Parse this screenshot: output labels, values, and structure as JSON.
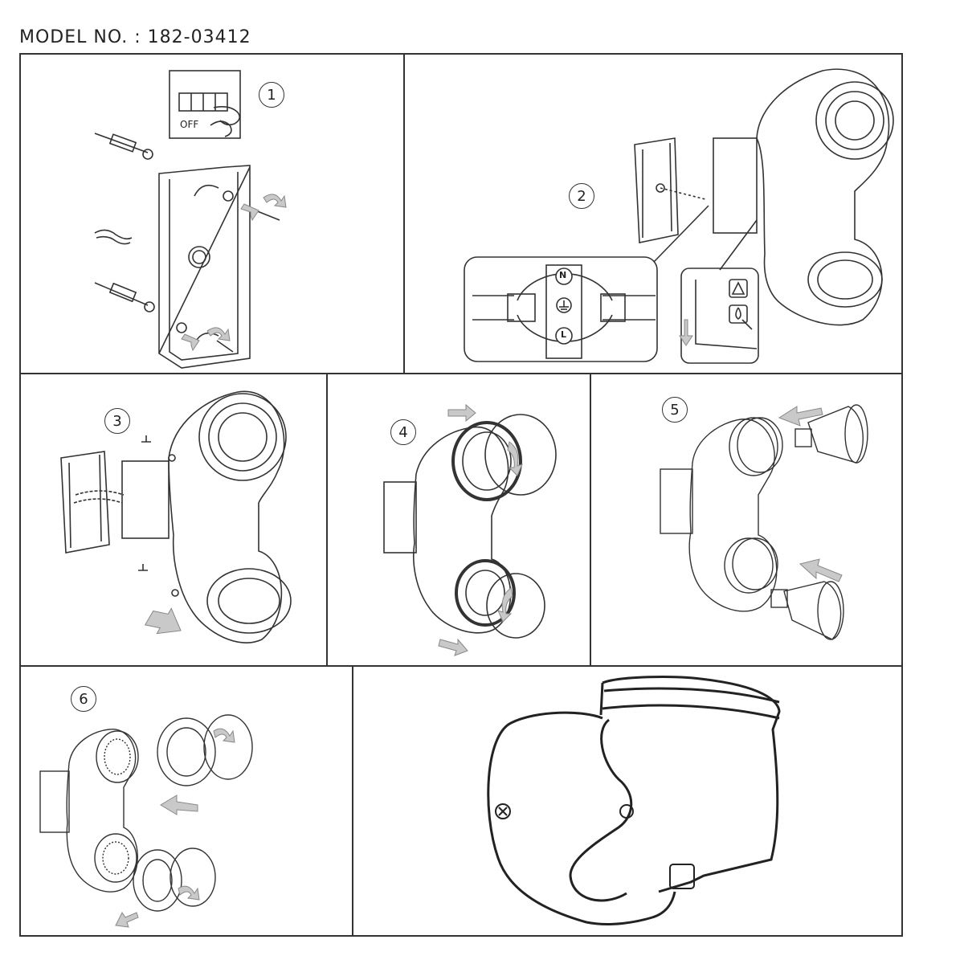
{
  "header": {
    "model_label": "MODEL NO. : 182-03412"
  },
  "steps": [
    {
      "number": "1",
      "switch_label": "OFF"
    },
    {
      "number": "2",
      "neutral_label": "N",
      "live_label": "L"
    },
    {
      "number": "3"
    },
    {
      "number": "4"
    },
    {
      "number": "5"
    },
    {
      "number": "6"
    }
  ],
  "icons": {
    "warning": "warning-triangle-icon",
    "water_drop": "water-drop-icon",
    "earth": "earth-ground-icon"
  },
  "colors": {
    "line": "#333333",
    "arrow": "#c9c9c9"
  }
}
